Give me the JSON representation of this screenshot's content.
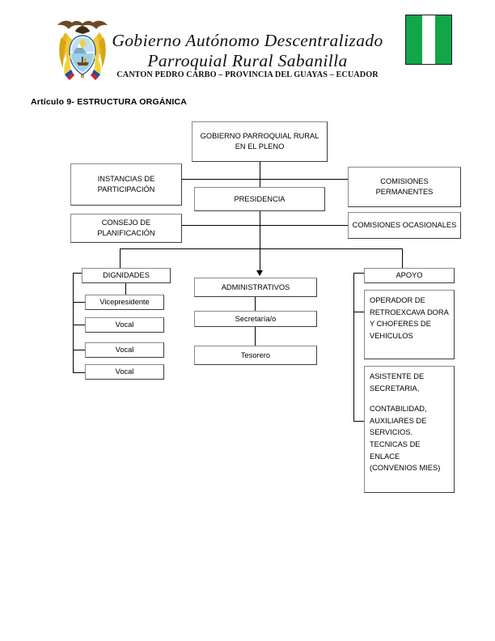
{
  "letterhead": {
    "title_line_1": "Gobierno Autónomo Descentralizado",
    "title_line_2": "Parroquial Rural Sabanilla",
    "subtitle": "CANTON PEDRO CARBO – PROVINCIA DEL GUAYAS – ECUADOR",
    "coat_of_arms": "ecuador-coat-of-arms",
    "flag": "green-white-green-vertical-flag",
    "flag_colors": {
      "green": "#12a54a",
      "white": "#ffffff"
    }
  },
  "section": {
    "heading": "Artículo 9- ESTRUCTURA ORGÁNICA"
  },
  "chart_data": {
    "type": "diagram",
    "title": "Artículo 9- ESTRUCTURA ORGÁNICA",
    "nodes": [
      {
        "id": "pleno",
        "label": "GOBIERNO PARROQUIAL RURAL EN EL PLENO"
      },
      {
        "id": "instancias",
        "label": "INSTANCIAS DE PARTICIPACIÓN"
      },
      {
        "id": "comisiones-perm",
        "label": "COMISIONES PERMANENTES"
      },
      {
        "id": "presidencia",
        "label": "PRESIDENCIA"
      },
      {
        "id": "consejo",
        "label": "CONSEJO DE PLANIFICACIÓN"
      },
      {
        "id": "comisiones-ocas",
        "label": "COMISIONES OCASIONALES"
      },
      {
        "id": "dignidades",
        "label": "DIGNIDADES"
      },
      {
        "id": "administrativos",
        "label": "ADMINISTRATIVOS"
      },
      {
        "id": "apoyo",
        "label": "APOYO"
      },
      {
        "id": "vicepresidente",
        "label": "Vicepresidente"
      },
      {
        "id": "vocal-1",
        "label": "Vocal"
      },
      {
        "id": "vocal-2",
        "label": "Vocal"
      },
      {
        "id": "vocal-3",
        "label": "Vocal"
      },
      {
        "id": "secretaria",
        "label": "Secretaría/o"
      },
      {
        "id": "tesorero",
        "label": "Tesorero"
      },
      {
        "id": "operador",
        "label": "OPERADOR DE RETROEXCAVA DORA Y CHOFERES DE VEHICULOS"
      },
      {
        "id": "asistente-p1",
        "label": "ASISTENTE DE SECRETARIA,"
      },
      {
        "id": "asistente-p2",
        "label": "CONTABILIDAD, AUXILIARES DE SERVICIOS. TECNICAS DE ENLACE (CONVENIOS MIES)"
      }
    ],
    "edges": [
      {
        "from": "pleno",
        "to": "presidencia",
        "style": "line"
      },
      {
        "from": "instancias",
        "to": "comisiones-perm",
        "style": "line"
      },
      {
        "from": "consejo",
        "to": "comisiones-ocas",
        "style": "line"
      },
      {
        "from": "presidencia",
        "to": "administrativos",
        "style": "arrow"
      },
      {
        "from": "presidencia",
        "to": "dignidades",
        "style": "line"
      },
      {
        "from": "presidencia",
        "to": "apoyo",
        "style": "line"
      },
      {
        "from": "dignidades",
        "to": "vicepresidente",
        "style": "line"
      },
      {
        "from": "dignidades",
        "to": "vocal-1",
        "style": "line"
      },
      {
        "from": "dignidades",
        "to": "vocal-2",
        "style": "line"
      },
      {
        "from": "dignidades",
        "to": "vocal-3",
        "style": "line"
      },
      {
        "from": "administrativos",
        "to": "secretaria",
        "style": "line"
      },
      {
        "from": "secretaria",
        "to": "tesorero",
        "style": "line"
      },
      {
        "from": "apoyo",
        "to": "operador",
        "style": "line"
      },
      {
        "from": "apoyo",
        "to": "asistente-p1",
        "style": "line"
      }
    ]
  }
}
